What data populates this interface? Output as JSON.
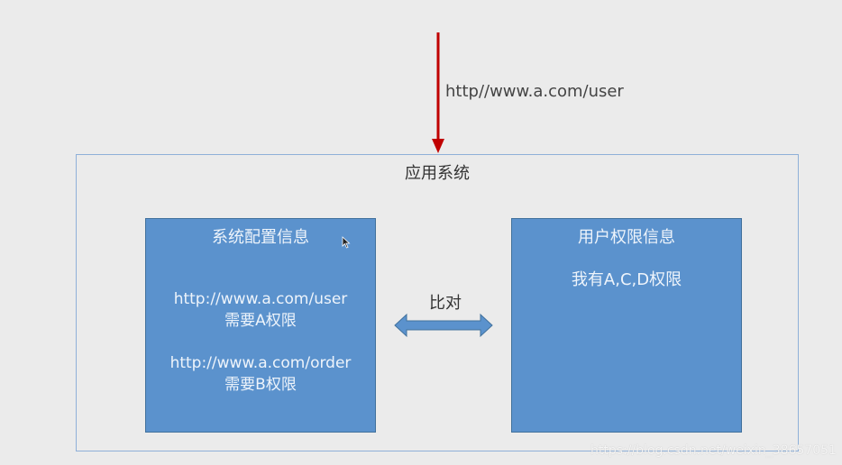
{
  "request": {
    "url": "http//www.a.com/user",
    "arrow_color": "#c00000"
  },
  "app_system": {
    "title": "应用系统",
    "border_color": "#8fb0d8"
  },
  "config_box": {
    "title": "系统配置信息",
    "lines": [
      "http://www.a.com/user",
      "需要A权限",
      "http://www.a.com/order",
      "需要B权限"
    ],
    "fill_color": "#5b92cd"
  },
  "permission_box": {
    "title": "用户权限信息",
    "text": "我有A,C,D权限",
    "fill_color": "#5b92cd"
  },
  "compare": {
    "label": "比对",
    "arrow_color": "#5b92cd"
  },
  "watermark": {
    "text": "https://blog.csdn.net/weixin_38657051"
  }
}
